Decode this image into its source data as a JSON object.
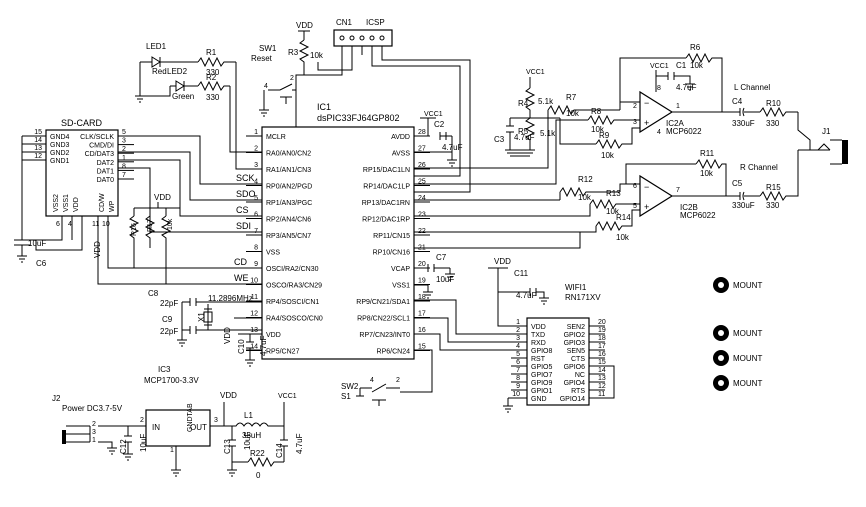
{
  "ic1": {
    "ref": "IC1",
    "part": "dsPIC33FJ64GP802",
    "left_pins": [
      {
        "num": "1",
        "name": "MCLR"
      },
      {
        "num": "2",
        "name": "RA0/AN0/CN2"
      },
      {
        "num": "3",
        "name": "RA1/AN1/CN3"
      },
      {
        "num": "4",
        "name": "RP0/AN2/PGD"
      },
      {
        "num": "5",
        "name": "RP1/AN3/PGC"
      },
      {
        "num": "6",
        "name": "RP2/AN4/CN6"
      },
      {
        "num": "7",
        "name": "RP3/AN5/CN7"
      },
      {
        "num": "8",
        "name": "VSS"
      },
      {
        "num": "9",
        "name": "OSCI/RA2/CN30"
      },
      {
        "num": "10",
        "name": "OSCO/RA3/CN29"
      },
      {
        "num": "11",
        "name": "RP4/SOSCI/CN1"
      },
      {
        "num": "12",
        "name": "RA4/SOSCO/CN0"
      },
      {
        "num": "13",
        "name": "VDD"
      },
      {
        "num": "14",
        "name": "RP5/CN27"
      }
    ],
    "right_pins": [
      {
        "num": "28",
        "name": "AVDD"
      },
      {
        "num": "27",
        "name": "AVSS"
      },
      {
        "num": "26",
        "name": "RP15/DAC1LN"
      },
      {
        "num": "25",
        "name": "RP14/DAC1LP"
      },
      {
        "num": "24",
        "name": "RP13/DAC1RN"
      },
      {
        "num": "23",
        "name": "RP12/DAC1RP"
      },
      {
        "num": "22",
        "name": "RP11/CN15"
      },
      {
        "num": "21",
        "name": "RP10/CN16"
      },
      {
        "num": "20",
        "name": "VCAP"
      },
      {
        "num": "19",
        "name": "VSS1"
      },
      {
        "num": "18",
        "name": "RP9/CN21/SDA1"
      },
      {
        "num": "17",
        "name": "RP8/CN22/SCL1"
      },
      {
        "num": "16",
        "name": "RP7/CN23/INT0"
      },
      {
        "num": "15",
        "name": "RP6/CN24"
      }
    ]
  },
  "sdcard": {
    "title": "SD-CARD",
    "left_pins": [
      {
        "num": "15",
        "name": "GND4"
      },
      {
        "num": "14",
        "name": "GND3"
      },
      {
        "num": "13",
        "name": "GND2"
      },
      {
        "num": "12",
        "name": "GND1"
      }
    ],
    "right_pins": [
      {
        "num": "5",
        "name": "CLK/SCLK"
      },
      {
        "num": "3",
        "name": "CMD/DI"
      },
      {
        "num": "2",
        "name": "CD/DAT3"
      },
      {
        "num": "1",
        "name": "DAT2"
      },
      {
        "num": "8",
        "name": "DAT1"
      },
      {
        "num": "7",
        "name": "DAT0"
      }
    ],
    "bottom_names": [
      "VSS2",
      "VSS1",
      "VDD",
      "CD/W",
      "WP"
    ],
    "bottom_nums": [
      "6",
      "4",
      "11",
      "10"
    ]
  },
  "wifi": {
    "ref": "WIFI1",
    "part": "RN171XV",
    "left_pins": [
      {
        "num": "1",
        "name": "VDD"
      },
      {
        "num": "2",
        "name": "TXD"
      },
      {
        "num": "3",
        "name": "RXD"
      },
      {
        "num": "4",
        "name": "GPIO8"
      },
      {
        "num": "5",
        "name": "RST"
      },
      {
        "num": "6",
        "name": "GPIO5"
      },
      {
        "num": "7",
        "name": "GPIO7"
      },
      {
        "num": "8",
        "name": "GPIO9"
      },
      {
        "num": "9",
        "name": "GPIO1"
      },
      {
        "num": "10",
        "name": "GND"
      }
    ],
    "right_pins": [
      {
        "num": "20",
        "name": "SEN2"
      },
      {
        "num": "19",
        "name": "GPIO2"
      },
      {
        "num": "18",
        "name": "GPIO3"
      },
      {
        "num": "17",
        "name": "SEN5"
      },
      {
        "num": "16",
        "name": "CTS"
      },
      {
        "num": "15",
        "name": "GPIO6"
      },
      {
        "num": "14",
        "name": "NC"
      },
      {
        "num": "13",
        "name": "GPIO4"
      },
      {
        "num": "12",
        "name": "RTS"
      },
      {
        "num": "11",
        "name": "GPIO14"
      }
    ]
  },
  "labels": {
    "led1": "LED1",
    "led1_color": "Red",
    "led2": "LED2",
    "led2_color": "Green",
    "r1": "R1",
    "r1v": "330",
    "r2": "R2",
    "r2v": "330",
    "vdd": "VDD",
    "vcc1": "VCC1",
    "r3": "R3",
    "r3v": "10k",
    "sw1": "SW1",
    "sw1_name": "Reset",
    "cn1": "CN1",
    "icsp": "ICSP",
    "c2": "C2",
    "c2v": "4.7uF",
    "c7": "C7",
    "c7v": "10uF",
    "c8": "C8",
    "c8v": "22pF",
    "c9": "C9",
    "c9v": "22pF",
    "x1": "X1",
    "x1v": "11.2896MHz",
    "c10": "C10",
    "c10v": "4.7uF",
    "c6": "C6",
    "c6v": "10uF",
    "r16": "R16",
    "r17": "R17",
    "r18": "R18",
    "rv10k": "10k",
    "sck": "SCK",
    "sdo": "SDO",
    "cs": "CS",
    "sdi": "SDI",
    "cd": "CD",
    "we": "WE",
    "r4": "R4",
    "r4v": "5.1k",
    "r5": "R5",
    "r5v": "5.1k",
    "c3": "C3",
    "c3v": "4.7uF",
    "r7": "R7",
    "r7v": "10k",
    "r8": "R8",
    "r8v": "10k",
    "r9": "R9",
    "r9v": "10k",
    "r6": "R6",
    "r6v": "10k",
    "c1": "C1",
    "c1v": "4.7uF",
    "ic2a": "IC2A",
    "ic2b": "IC2B",
    "op": "MCP6022",
    "c4": "C4",
    "c4v": "330uF",
    "r10": "R10",
    "r10v": "330",
    "c5": "C5",
    "c5v": "330uF",
    "r15": "R15",
    "r15v": "330",
    "l_channel": "L Channel",
    "r_channel": "R Channel",
    "j1": "J1",
    "r11": "R11",
    "r11v": "10k",
    "r12": "R12",
    "r12v": "10k",
    "r13": "R13",
    "r13v": "10k",
    "r14": "R14",
    "r14v": "10k",
    "c11": "C11",
    "c11v": "4.7uF",
    "sw2": "SW2",
    "s1": "S1",
    "ic3": "IC3",
    "ic3v": "MCP1700-3.3V",
    "in": "IN",
    "out": "OUT",
    "gndtab": "GNDTAB",
    "j2": "J2",
    "j2v": "Power DC3.7-5V",
    "c12": "C12",
    "c12v": "10uF",
    "c13": "C13",
    "c13v": "10uF",
    "c14": "C14",
    "c14v": "4.7uF",
    "l1": "L1",
    "l1v": "33uH",
    "r22": "R22",
    "r22v": "0",
    "mount": "MOUNT"
  }
}
